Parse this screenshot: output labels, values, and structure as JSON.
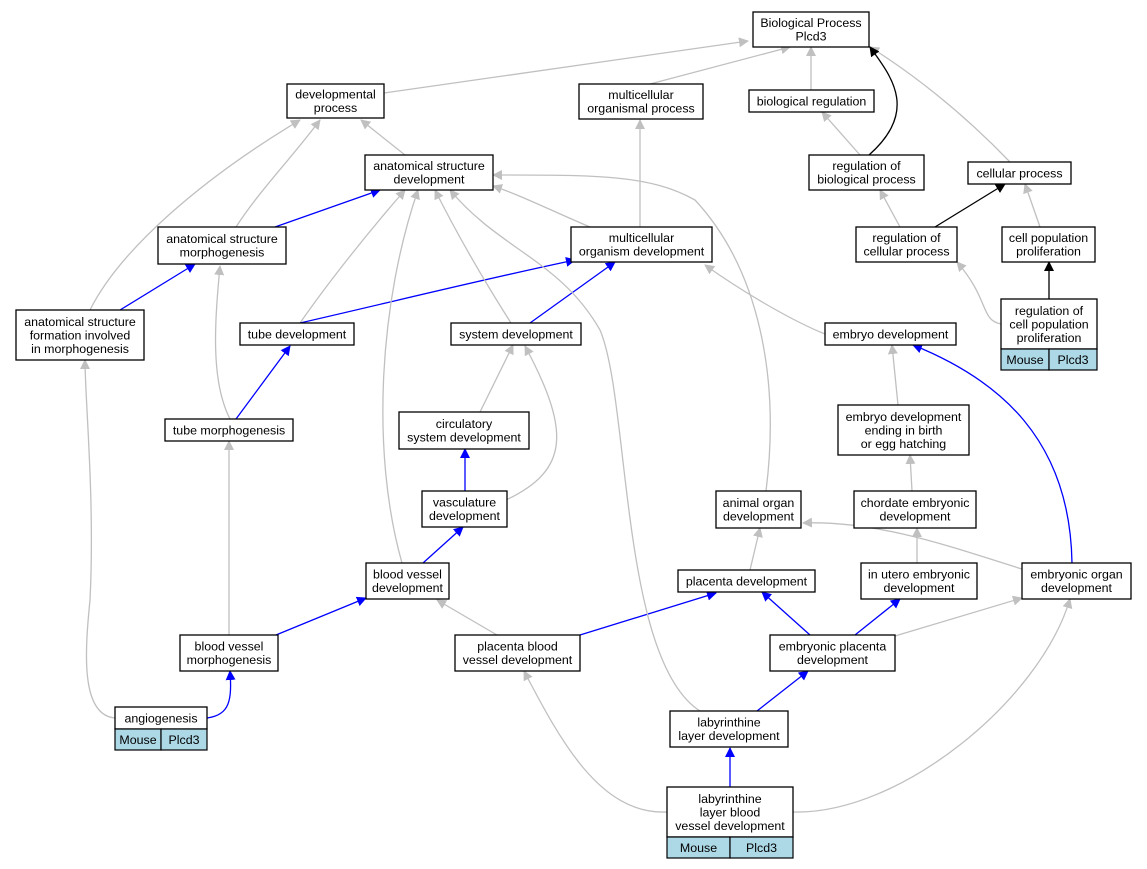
{
  "colors": {
    "is_a": "#c0c0c0",
    "part_of": "#0000ff",
    "regulates": "#000000",
    "annotation_fill": "#add8e6"
  },
  "nodes": {
    "bp": "Biological Process\nPlcd3",
    "dev_proc": "developmental\nprocess",
    "multi_proc": "multicellular\norganismal process",
    "bio_reg": "biological regulation",
    "asd": "anatomical structure\ndevelopment",
    "reg_bp": "regulation of\nbiological process",
    "cell_proc": "cellular process",
    "asm": "anatomical structure\nmorphogenesis",
    "mod": "multicellular\norganism development",
    "reg_cp": "regulation of\ncellular process",
    "cpp": "cell population\nproliferation",
    "asf": "anatomical structure\nformation involved\nin morphogenesis",
    "tube_dev": "tube development",
    "sys_dev": "system development",
    "emb_dev": "embryo development",
    "reg_cpp": "regulation of\ncell population\nproliferation",
    "tube_morph": "tube morphogenesis",
    "circ": "circulatory\nsystem development",
    "emb_birth": "embryo development\nending in birth\nor egg hatching",
    "vasc": "vasculature\ndevelopment",
    "animal_organ": "animal organ\ndevelopment",
    "chordate": "chordate embryonic\ndevelopment",
    "bvd": "blood vessel\ndevelopment",
    "placenta": "placenta development",
    "in_utero": "in utero embryonic\ndevelopment",
    "emb_organ": "embryonic organ\ndevelopment",
    "bvm": "blood vessel\nmorphogenesis",
    "pbvd": "placenta blood\nvessel development",
    "emb_placenta": "embryonic placenta\ndevelopment",
    "angio": "angiogenesis",
    "lab": "labyrinthine\nlayer development",
    "lab_bv": "labyrinthine\nlayer blood\nvessel development"
  },
  "annotations": {
    "reg_cpp": [
      "Mouse",
      "Plcd3"
    ],
    "angio": [
      "Mouse",
      "Plcd3"
    ],
    "lab_bv": [
      "Mouse",
      "Plcd3"
    ]
  }
}
